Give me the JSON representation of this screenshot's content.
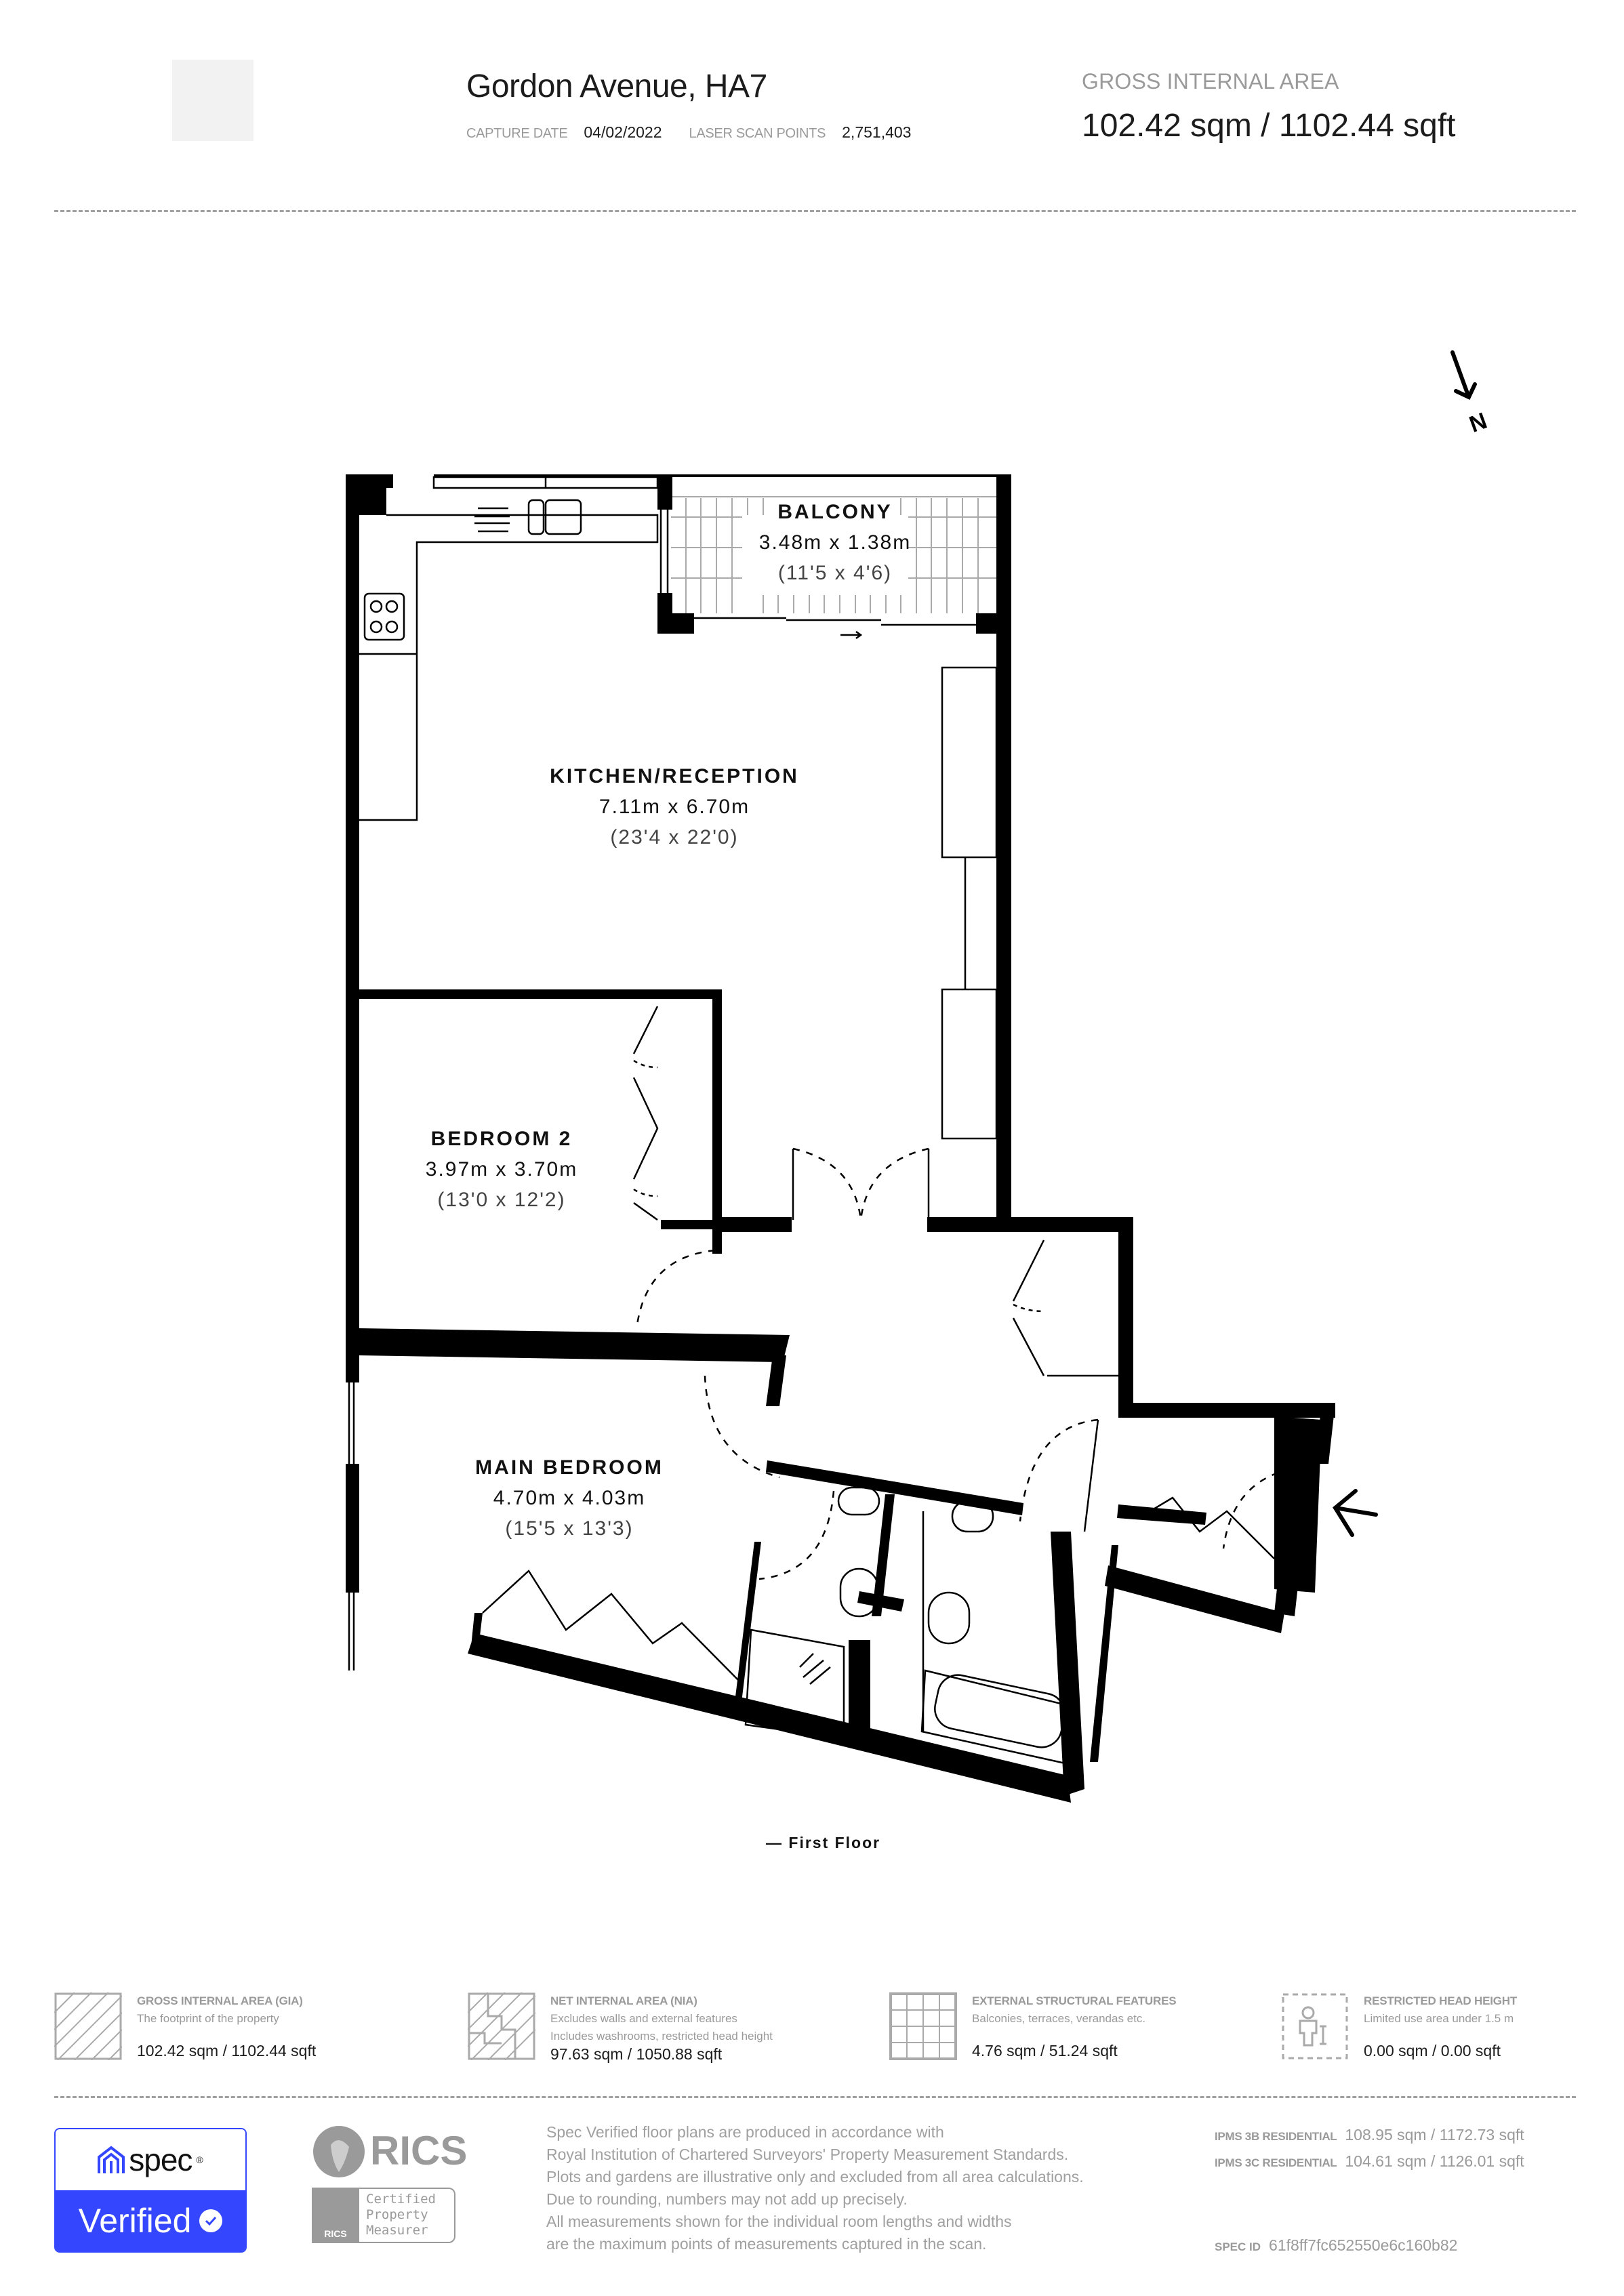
{
  "header": {
    "title": "Gordon Avenue, HA7",
    "capture_date_label": "CAPTURE DATE",
    "capture_date": "04/02/2022",
    "laser_scan_label": "LASER SCAN POINTS",
    "laser_scan_points": "2,751,403",
    "gia_label": "GROSS INTERNAL AREA",
    "gia_value": "102.42 sqm / 1102.44 sqft"
  },
  "compass": {
    "label": "N"
  },
  "rooms": [
    {
      "name": "BALCONY",
      "metric": "3.48m x 1.38m",
      "imperial": "(11'5 x 4'6)"
    },
    {
      "name": "KITCHEN/RECEPTION",
      "metric": "7.11m x 6.70m",
      "imperial": "(23'4 x 22'0)"
    },
    {
      "name": "BEDROOM 2",
      "metric": "3.97m x 3.70m",
      "imperial": "(13'0 x 12'2)"
    },
    {
      "name": "MAIN BEDROOM",
      "metric": "4.70m x 4.03m",
      "imperial": "(15'5 x 13'3)"
    }
  ],
  "floor_label": "— First Floor",
  "legend": [
    {
      "title": "GROSS INTERNAL AREA (GIA)",
      "desc": [
        "The footprint of the property"
      ],
      "value": "102.42 sqm / 1102.44 sqft",
      "icon": "gia-hatch-icon"
    },
    {
      "title": "NET INTERNAL AREA (NIA)",
      "desc": [
        "Excludes walls and external features",
        "Includes washrooms, restricted head height"
      ],
      "value": "97.63 sqm / 1050.88 sqft",
      "icon": "nia-hatch-icon"
    },
    {
      "title": "EXTERNAL STRUCTURAL FEATURES",
      "desc": [
        "Balconies, terraces, verandas etc."
      ],
      "value": "4.76 sqm / 51.24 sqft",
      "icon": "grid-icon"
    },
    {
      "title": "RESTRICTED HEAD HEIGHT",
      "desc": [
        "Limited use area under 1.5 m"
      ],
      "value": "0.00 sqm / 0.00 sqft",
      "icon": "person-height-icon"
    }
  ],
  "footer": {
    "spec_word": "spec",
    "verified_label": "Verified",
    "rics_word": "RICS",
    "rics_cert": [
      "Certified",
      "Property",
      "Measurer"
    ],
    "disclaimer": [
      "Spec Verified floor plans are produced in accordance with",
      "Royal Institution of Chartered Surveyors' Property Measurement Standards.",
      "Plots and gardens are illustrative only and excluded from all area calculations.",
      "Due to rounding, numbers may not add up precisely.",
      "All measurements shown for the individual room lengths and widths",
      "are the maximum points of measurements captured in the scan."
    ],
    "ipms": [
      {
        "label": "IPMS 3B RESIDENTIAL",
        "value": "108.95 sqm / 1172.73 sqft"
      },
      {
        "label": "IPMS 3C RESIDENTIAL",
        "value": "104.61 sqm / 1126.01 sqft"
      }
    ],
    "spec_id_label": "SPEC ID",
    "spec_id": "61f8ff7fc652550e6c160b82"
  },
  "colors": {
    "brand_blue": "#3447ff",
    "muted_gray": "#9a9a9a",
    "ink": "#111111"
  }
}
